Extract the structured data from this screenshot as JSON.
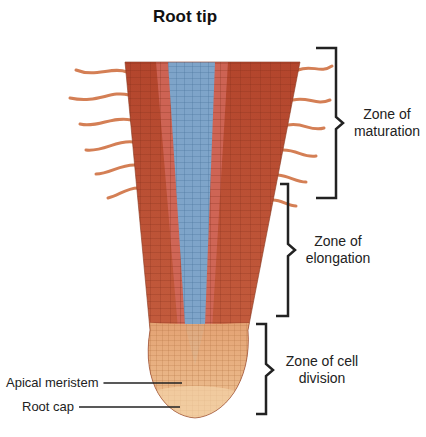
{
  "diagram": {
    "title": "Root tip",
    "labels": [
      "Zone of maturation",
      "Zone of elongation",
      "Zone of cell division",
      "Apical meristem",
      "Root cap"
    ]
  }
}
